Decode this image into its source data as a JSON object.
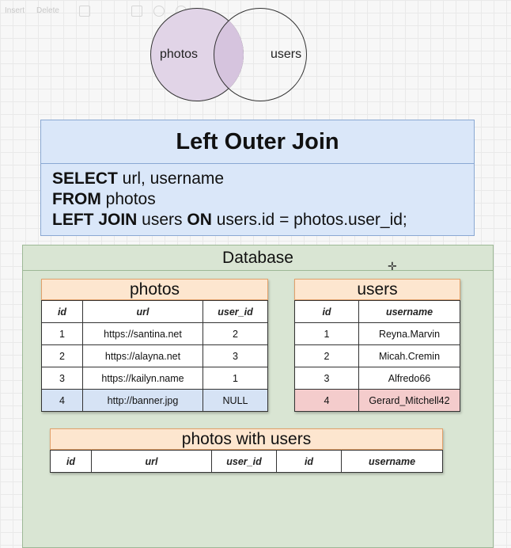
{
  "toolbar": {
    "items": [
      "Insert",
      "Delete"
    ]
  },
  "venn": {
    "left_label": "photos",
    "right_label": "users"
  },
  "query": {
    "title": "Left Outer Join",
    "line1_kw": "SELECT",
    "line1_rest": " url, username",
    "line2_kw": "FROM",
    "line2_rest": " photos",
    "line3_kw1": "LEFT JOIN",
    "line3_mid": " users ",
    "line3_kw2": "ON",
    "line3_rest": " users.id = photos.user_id;"
  },
  "database": {
    "title": "Database",
    "cursor": "✛"
  },
  "photos_table": {
    "title": "photos",
    "columns": [
      "id",
      "url",
      "user_id"
    ],
    "rows": [
      [
        "1",
        "https://santina.net",
        "2"
      ],
      [
        "2",
        "https://alayna.net",
        "3"
      ],
      [
        "3",
        "https://kailyn.name",
        "1"
      ],
      [
        "4",
        "http://banner.jpg",
        "NULL"
      ]
    ]
  },
  "users_table": {
    "title": "users",
    "columns": [
      "id",
      "username"
    ],
    "rows": [
      [
        "1",
        "Reyna.Marvin"
      ],
      [
        "2",
        "Micah.Cremin"
      ],
      [
        "3",
        "Alfredo66"
      ],
      [
        "4",
        "Gerard_Mitchell42"
      ]
    ]
  },
  "result_table": {
    "title": "photos with users",
    "columns": [
      "id",
      "url",
      "user_id",
      "id",
      "username"
    ]
  },
  "colors": {
    "venn_left": "#e1d4e7",
    "query_bg": "#dae7f9",
    "db_bg": "#d9e5d3",
    "table_header": "#fde6cf",
    "unmatched_photo_row": "#d6e3f5",
    "unmatched_user_row": "#f4cccc"
  }
}
